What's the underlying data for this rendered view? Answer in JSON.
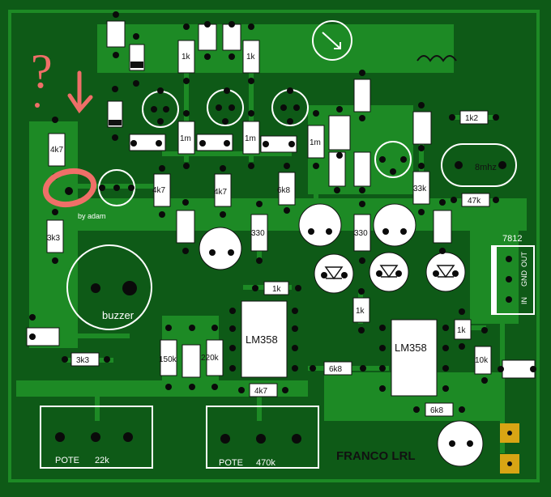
{
  "board": {
    "colors": {
      "background": "#0e5a17",
      "copper": "#1d8a25",
      "silk": "#ffffff",
      "pad": "#0a0a0a",
      "annotation": "#ef6f68",
      "terminal": "#d8a514"
    },
    "ic_labels": [
      "LM358",
      "LM358"
    ],
    "regulator": {
      "label": "7812",
      "pins": [
        "IN",
        "GND",
        "OUT"
      ]
    },
    "resistor_labels": {
      "r_1k_a": "1k",
      "r_1k_b": "1k",
      "r_1k2": "1k2",
      "r_4k7_left": "4k7",
      "r_4k7_mid1": "4k7",
      "r_4k7_mid2": "4k7",
      "r_6k8_top": "6k8",
      "r_33k": "33k",
      "r_47k": "47k",
      "r_1m_a": "1m",
      "r_1m_b": "1m",
      "r_1m_c": "1m",
      "r_3k3_left": "3k3",
      "r_330_a": "330",
      "r_330_b": "330",
      "r_1k_c": "1k",
      "r_1k_d": "1k",
      "r_1k_e": "1k",
      "r_3k3_bottom": "3k3",
      "r_150k": "150k",
      "r_220k": "220k",
      "r_6k8_mid": "6k8",
      "r_4k7_bottom": "4k7",
      "r_10k": "10k",
      "r_6k8_bottom": "6k8"
    },
    "crystal_label": "8mhz",
    "buzzer_label": "buzzer",
    "pot_left": {
      "name": "POTE",
      "value": "22k"
    },
    "pot_right": {
      "name": "POTE",
      "value": "470k"
    },
    "credit": "by adam",
    "brand": "FRANCO LRL",
    "annotation_mark": "?"
  }
}
